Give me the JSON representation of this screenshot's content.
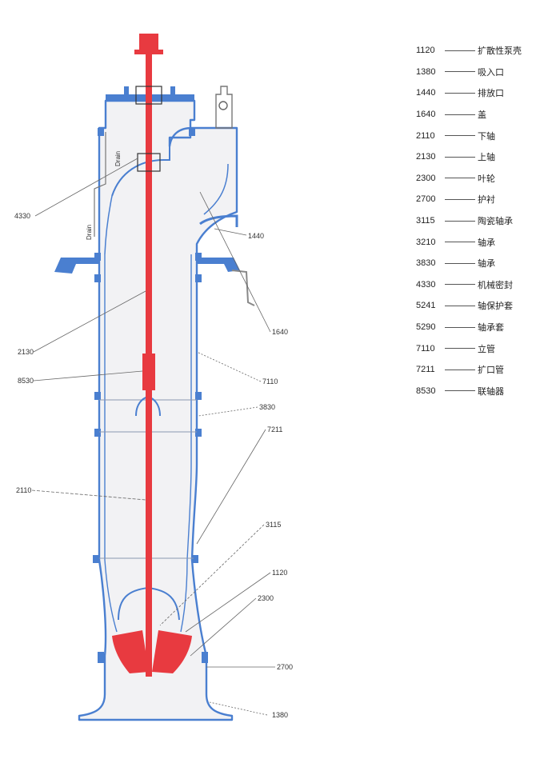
{
  "colors": {
    "casing": "#4a7fd0",
    "shaft": "#e83a40",
    "fill": "#f2f2f4",
    "leader": "#666666"
  },
  "diagram": {
    "drain_labels": [
      "Drain",
      "Drain"
    ],
    "callouts": [
      {
        "id": "4330",
        "text": "4330"
      },
      {
        "id": "1440",
        "text": "1440"
      },
      {
        "id": "1640",
        "text": "1640"
      },
      {
        "id": "2130",
        "text": "2130"
      },
      {
        "id": "8530",
        "text": "8530"
      },
      {
        "id": "7110",
        "text": "7110"
      },
      {
        "id": "3830",
        "text": "3830"
      },
      {
        "id": "7211",
        "text": "7211"
      },
      {
        "id": "2110",
        "text": "2110"
      },
      {
        "id": "3115",
        "text": "3115"
      },
      {
        "id": "1120",
        "text": "1120"
      },
      {
        "id": "2300",
        "text": "2300"
      },
      {
        "id": "2700",
        "text": "2700"
      },
      {
        "id": "1380",
        "text": "1380"
      }
    ]
  },
  "legend": [
    {
      "code": "1120",
      "name": "扩散性泵壳"
    },
    {
      "code": "1380",
      "name": "吸入口"
    },
    {
      "code": "1440",
      "name": "排放口"
    },
    {
      "code": "1640",
      "name": "盖"
    },
    {
      "code": "2110",
      "name": "下轴"
    },
    {
      "code": "2130",
      "name": "上轴"
    },
    {
      "code": "2300",
      "name": "叶轮"
    },
    {
      "code": "2700",
      "name": "护衬"
    },
    {
      "code": "3115",
      "name": "陶瓷轴承"
    },
    {
      "code": "3210",
      "name": "轴承"
    },
    {
      "code": "3830",
      "name": "轴承"
    },
    {
      "code": "4330",
      "name": "机械密封"
    },
    {
      "code": "5241",
      "name": "轴保护套"
    },
    {
      "code": "5290",
      "name": "轴承套"
    },
    {
      "code": "7110",
      "name": "立管"
    },
    {
      "code": "7211",
      "name": "扩口管"
    },
    {
      "code": "8530",
      "name": "联轴器"
    }
  ]
}
